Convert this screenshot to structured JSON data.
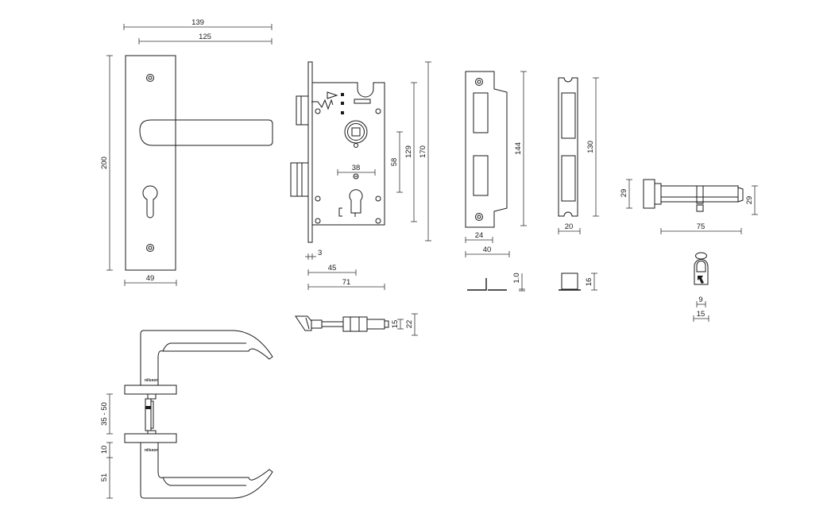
{
  "dimensions": {
    "plate_width_overall": "139",
    "plate_width_inner": "125",
    "plate_height": "200",
    "plate_width": "49",
    "lock_faceplate_thickness": "3",
    "lock_backset": "45",
    "lock_case_depth": "71",
    "lock_cyl_spacing": "38",
    "lock_hub_to_cyl": "58",
    "lock_case_height": "129",
    "lock_faceplate_height": "170",
    "latch_height": "15",
    "latch_overall_height": "22",
    "strike_height": "144",
    "strike_inner_width": "24",
    "strike_outer_width": "40",
    "strike_lip": "1.0",
    "box_height": "130",
    "box_width": "20",
    "box_depth": "16",
    "cyl_height_left": "29",
    "cyl_height_right": "29",
    "cyl_length": "75",
    "cyl_cam_width": "9",
    "cyl_profile_width": "15",
    "door_thickness": "35 - 50",
    "rose_thickness": "10",
    "lever_projection": "51"
  },
  "branding": {
    "rose_top": "nilsson",
    "rose_bottom": "nilsson"
  }
}
